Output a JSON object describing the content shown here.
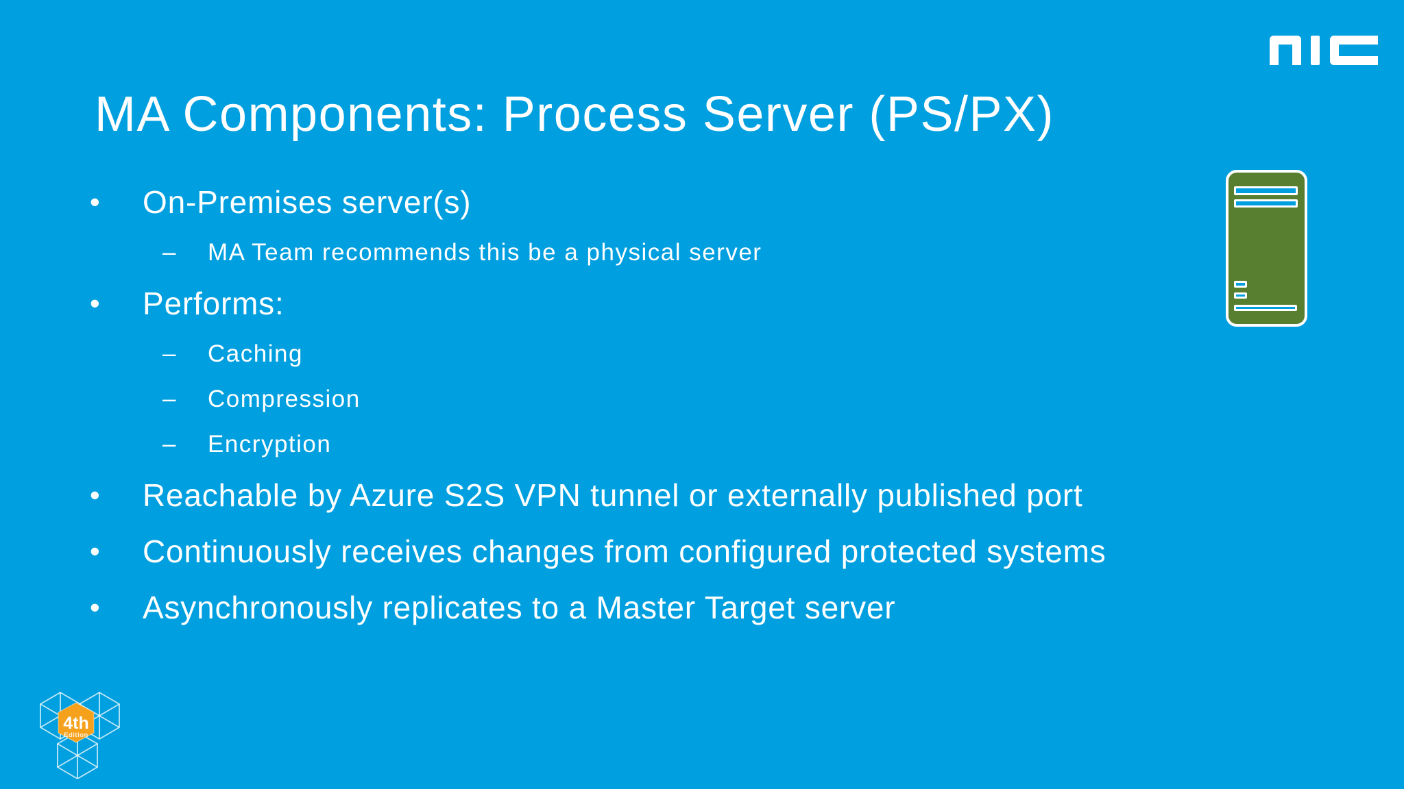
{
  "slide": {
    "title": "MA Components: Process Server (PS/PX)",
    "markers": {
      "level1": "•",
      "level2": "–"
    },
    "bullets": [
      {
        "level": 1,
        "text": "On-Premises server(s)"
      },
      {
        "level": 2,
        "text": "MA Team recommends this be a physical server"
      },
      {
        "level": 1,
        "text": "Performs:"
      },
      {
        "level": 2,
        "text": "Caching"
      },
      {
        "level": 2,
        "text": "Compression"
      },
      {
        "level": 2,
        "text": "Encryption"
      },
      {
        "level": 1,
        "text": "Reachable by Azure S2S VPN tunnel or externally published port"
      },
      {
        "level": 1,
        "text": "Continuously receives changes from configured protected systems"
      },
      {
        "level": 1,
        "text": "Asynchronously replicates to a Master Target server"
      }
    ]
  },
  "header": {
    "logo_text": "nIC"
  },
  "badge": {
    "line1": "4th",
    "line2": "Edition"
  },
  "icons": {
    "server_icon": "server-tower",
    "badge_icon": "wireframe-cubes-hexagon"
  },
  "colors": {
    "background": "#009FDF",
    "text": "#FFFFFF",
    "server_green": "#587E2F",
    "badge_orange": "#F5A11C"
  }
}
